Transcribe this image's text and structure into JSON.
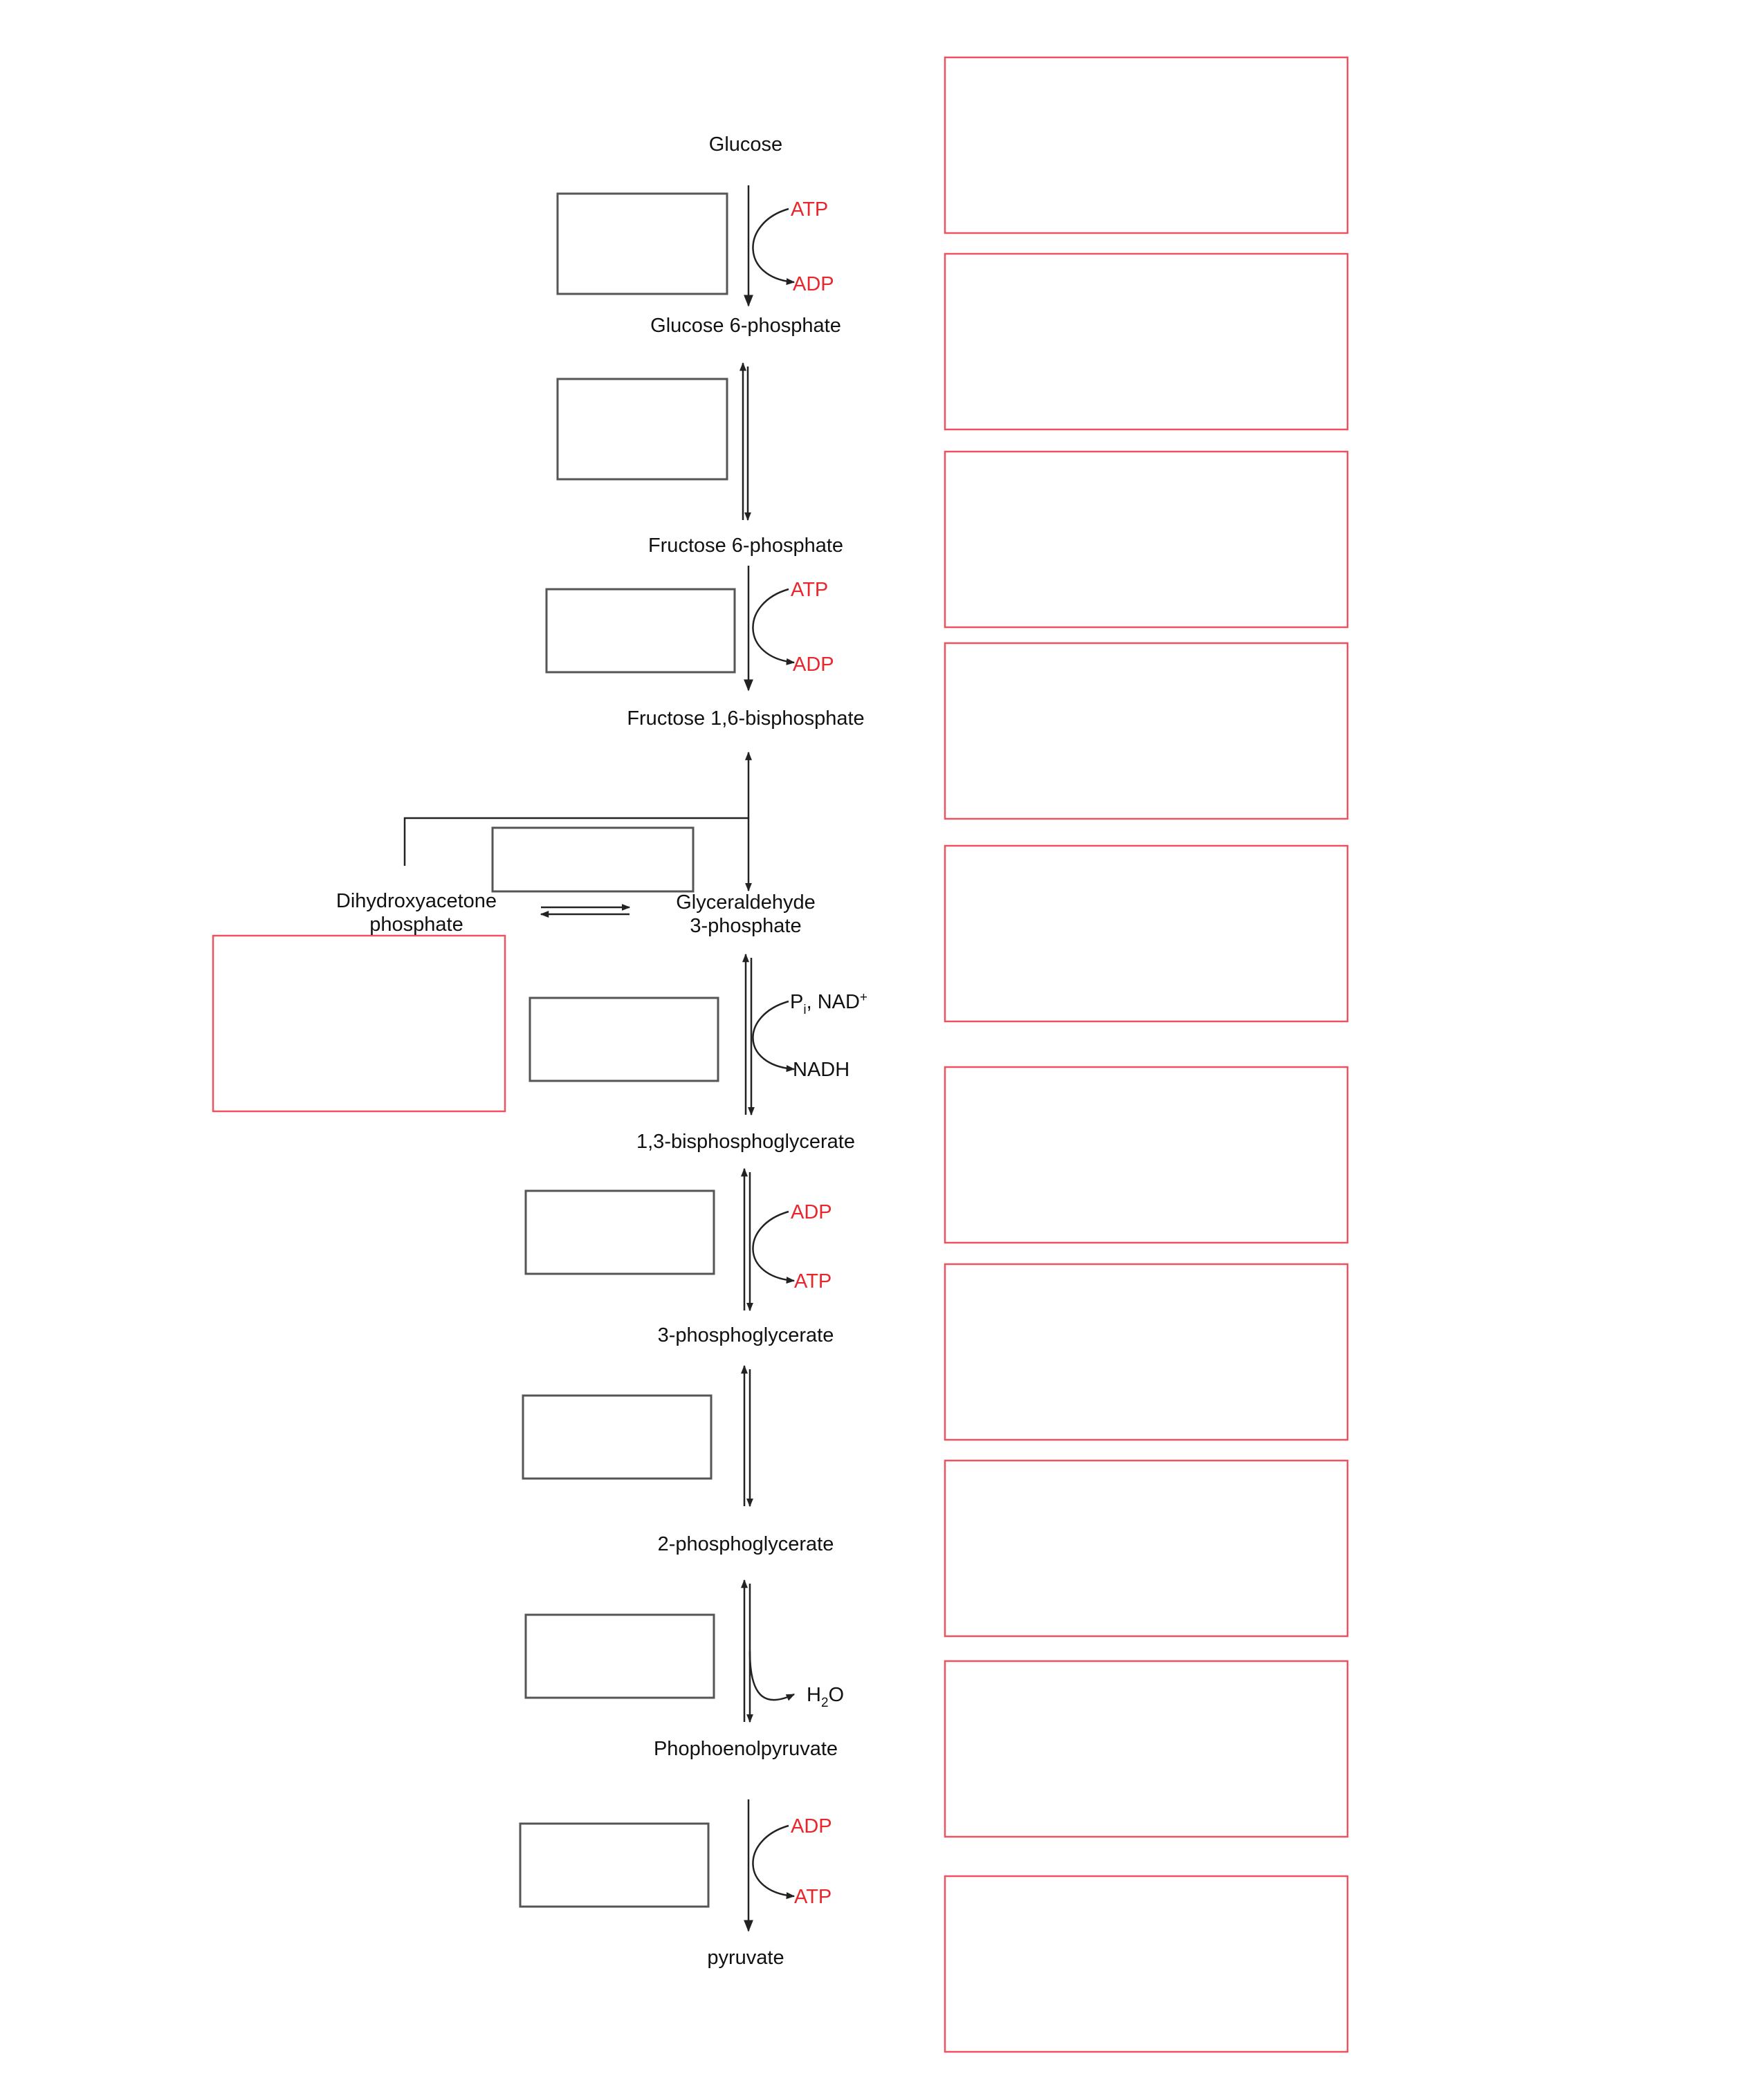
{
  "colors": {
    "ink": "#222222",
    "cofactor_red": "#e8262b",
    "answer_box": "#ee5260",
    "enzyme_box": "#555555"
  },
  "metabolites": {
    "glucose": "Glucose",
    "g6p": "Glucose 6-phosphate",
    "f6p": "Fructose 6-phosphate",
    "f16bp": "Fructose 1,6-bisphosphate",
    "dhap_1": "Dihydroxyacetone",
    "dhap_2": "phosphate",
    "gap_1": "Glyceraldehyde",
    "gap_2": "3-phosphate",
    "bpg13": "1,3-bisphosphoglycerate",
    "pg3": "3-phosphoglycerate",
    "pg2": "2-phosphoglycerate",
    "pep": "Phophoenolpyruvate",
    "pyruvate": "pyruvate"
  },
  "cofactors": {
    "s1_in": "ATP",
    "s1_out": "ADP",
    "s3_in": "ATP",
    "s3_out": "ADP",
    "s6_in_p": "P",
    "s6_in_sub": "i",
    "s6_in_rest": ", NAD",
    "s6_in_sup": "+",
    "s6_out": "NADH",
    "s7_in": "ADP",
    "s7_out": "ATP",
    "s9_h": "H",
    "s9_sub": "2",
    "s9_o": "O",
    "s10_in": "ADP",
    "s10_out": "ATP"
  }
}
